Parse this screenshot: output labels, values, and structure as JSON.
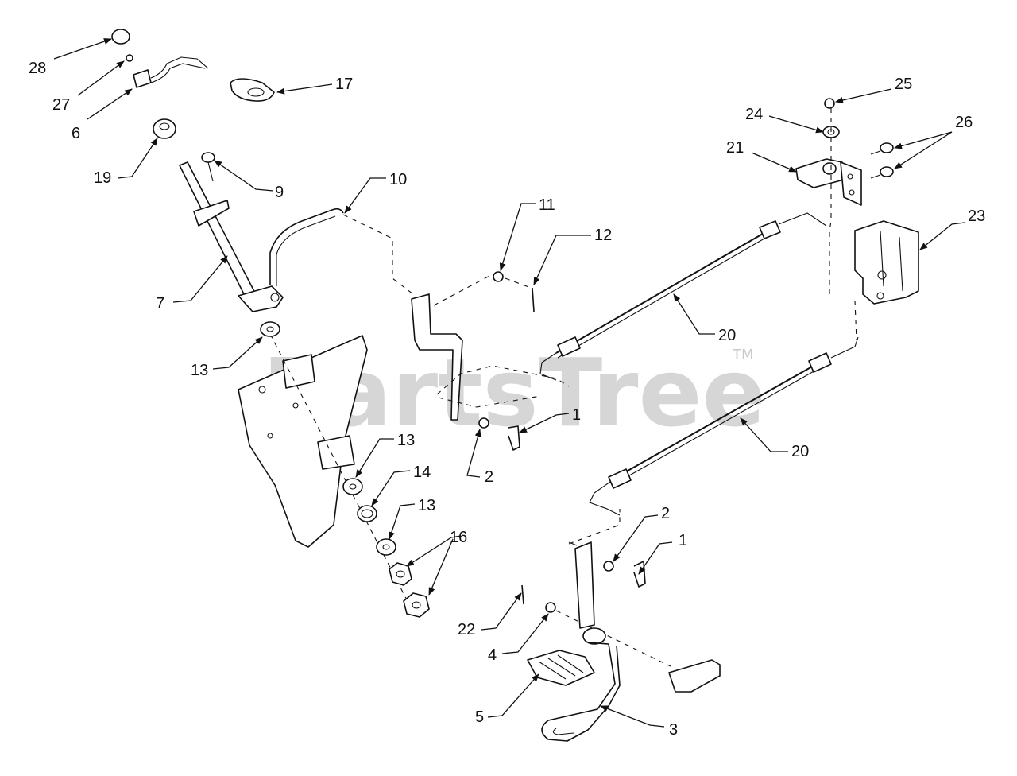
{
  "watermark": {
    "text": "PartsTree",
    "mark": "TM"
  },
  "callouts": [
    {
      "key": "c28",
      "label": "28"
    },
    {
      "key": "c27",
      "label": "27"
    },
    {
      "key": "c6",
      "label": "6"
    },
    {
      "key": "c17",
      "label": "17"
    },
    {
      "key": "c19",
      "label": "19"
    },
    {
      "key": "c9",
      "label": "9"
    },
    {
      "key": "c10",
      "label": "10"
    },
    {
      "key": "c11",
      "label": "11"
    },
    {
      "key": "c12",
      "label": "12"
    },
    {
      "key": "c7",
      "label": "7"
    },
    {
      "key": "c13a",
      "label": "13"
    },
    {
      "key": "c13b",
      "label": "13"
    },
    {
      "key": "c14",
      "label": "14"
    },
    {
      "key": "c13c",
      "label": "13"
    },
    {
      "key": "c16",
      "label": "16"
    },
    {
      "key": "c1a",
      "label": "1"
    },
    {
      "key": "c2a",
      "label": "2"
    },
    {
      "key": "c20a",
      "label": "20"
    },
    {
      "key": "c20b",
      "label": "20"
    },
    {
      "key": "c25",
      "label": "25"
    },
    {
      "key": "c24",
      "label": "24"
    },
    {
      "key": "c26",
      "label": "26"
    },
    {
      "key": "c21",
      "label": "21"
    },
    {
      "key": "c23",
      "label": "23"
    },
    {
      "key": "c2b",
      "label": "2"
    },
    {
      "key": "c1b",
      "label": "1"
    },
    {
      "key": "c22",
      "label": "22"
    },
    {
      "key": "c4",
      "label": "4"
    },
    {
      "key": "c5",
      "label": "5"
    },
    {
      "key": "c3",
      "label": "3"
    }
  ]
}
